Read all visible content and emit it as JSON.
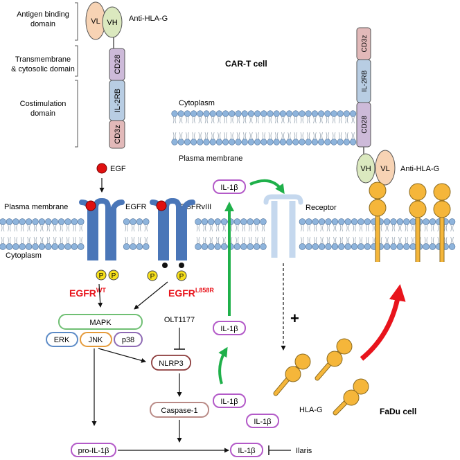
{
  "legend": {
    "antigen_binding_domain": [
      "Antigen binding",
      "domain"
    ],
    "transmembrane_domain": [
      "Transmembrane",
      "& cytosolic domain"
    ],
    "costimulation_domain": [
      "Costimulation",
      "domain"
    ],
    "anti_hla_g": "Anti-HLA-G",
    "vl": "VL",
    "vh": "VH",
    "cd28": "CD28",
    "il2rb": "IL-2RB",
    "cd3z": "CD3z"
  },
  "cart": {
    "title": "CAR-T cell",
    "cytoplasm": "Cytoplasm",
    "plasma_membrane": "Plasma membrane",
    "cd3z": "CD3z",
    "il2rb": "IL-2RB",
    "cd28": "CD28",
    "vh": "VH",
    "vl": "VL",
    "anti_hla_g": "Anti-HLA-G"
  },
  "fadu": {
    "egf": "EGF",
    "plasma_membrane": "Plasma membrane",
    "cytoplasm": "Cytoplasm",
    "egfr": "EGFR",
    "egfrviii": "EGFRvIII",
    "egfr_wt_base": "EGFR",
    "egfr_wt_sup": "WT",
    "egfr_mut_base": "EGFR",
    "egfr_mut_sup": "L858R",
    "p": "P",
    "receptor": "Receptor",
    "mapk": "MAPK",
    "erk": "ERK",
    "jnk": "JNK",
    "p38": "p38",
    "olt1177": "OLT1177",
    "nlrp3": "NLRP3",
    "caspase1": "Caspase-1",
    "pro_il1b": "pro-IL-1β",
    "il1b": "IL-1β",
    "ilaris": "Ilaris",
    "plus": "+",
    "hla_g": "HLA-G",
    "cell_label": "FaDu cell"
  },
  "colors": {
    "egfr_blue": "#4a76b8",
    "receptor_blue": "#c5d8ee",
    "membrane_blue": "#8eb4dc",
    "hla_orange": "#f5b63a",
    "egf_red": "#e01010",
    "label_red": "#e8141c",
    "green_arrow": "#1fb04a",
    "mapk_green": "#6fbf73",
    "erk_blue": "#5b8ac6",
    "jnk_orange": "#e59a3a",
    "p38_purple": "#8e6ab4",
    "nlrp3_brown": "#8b3a3a",
    "caspase_brown": "#b98a86",
    "il1b_purple": "#b35ac8",
    "vl_peach": "#f7d3b4",
    "vh_green": "#dbe9bf",
    "cd28_purple": "#cdbad9",
    "il2rb_blue": "#b8cde3",
    "cd3z_pink": "#e2b9b9"
  }
}
